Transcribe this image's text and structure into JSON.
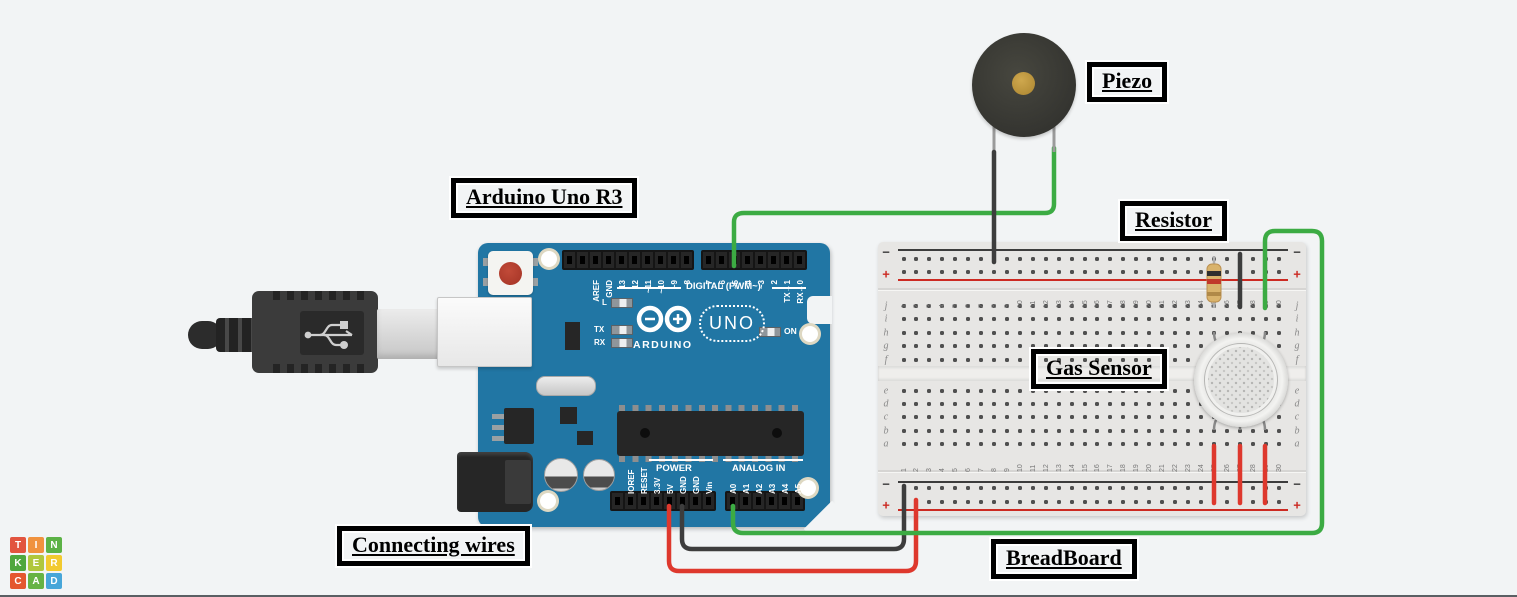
{
  "canvas": {
    "background": "#f2f4f5"
  },
  "labels": {
    "piezo": "Piezo",
    "arduino": "Arduino Uno R3",
    "resistor": "Resistor",
    "gas_sensor": "Gas Sensor",
    "connecting_wires": "Connecting wires",
    "breadboard": "BreadBoard"
  },
  "arduino": {
    "brand": "ARDUINO",
    "model": "UNO",
    "on_label": "ON",
    "led_l": "L",
    "led_tx": "TX",
    "led_rx": "RX",
    "digital_header": "DIGITAL (PWM~)",
    "power_header": "POWER",
    "analog_header": "ANALOG IN",
    "digital_pins_left": [
      "AREF",
      "GND",
      "13",
      "12",
      "~11",
      "~10",
      "~9",
      "8"
    ],
    "digital_pins_right": [
      "7",
      "~6",
      "~5",
      "4",
      "~3",
      "2",
      "TX→1",
      "RX←0"
    ],
    "power_pins": [
      "IOREF",
      "RESET",
      "3.3V",
      "5V",
      "GND",
      "GND",
      "Vin"
    ],
    "analog_pins": [
      "A0",
      "A1",
      "A2",
      "A3",
      "A4",
      "A5"
    ]
  },
  "breadboard": {
    "columns": 30,
    "row_letters_top": [
      "j",
      "i",
      "h",
      "g",
      "f"
    ],
    "row_letters_bottom": [
      "e",
      "d",
      "c",
      "b",
      "a"
    ],
    "minus": "−",
    "plus": "+"
  },
  "wire_colors": {
    "signal": "#3cab43",
    "power": "#de382d",
    "ground": "#3d3d3d",
    "lead": "#9a9a9a"
  },
  "tinkercad_logo": {
    "letters": [
      {
        "ch": "T",
        "color": "#e2543f"
      },
      {
        "ch": "I",
        "color": "#f0923e"
      },
      {
        "ch": "N",
        "color": "#5cb246"
      },
      {
        "ch": "K",
        "color": "#4fa73e"
      },
      {
        "ch": "E",
        "color": "#b0c73d"
      },
      {
        "ch": "R",
        "color": "#f2ca2f"
      },
      {
        "ch": "C",
        "color": "#e4572e"
      },
      {
        "ch": "A",
        "color": "#66b344"
      },
      {
        "ch": "D",
        "color": "#47a6d9"
      }
    ]
  }
}
